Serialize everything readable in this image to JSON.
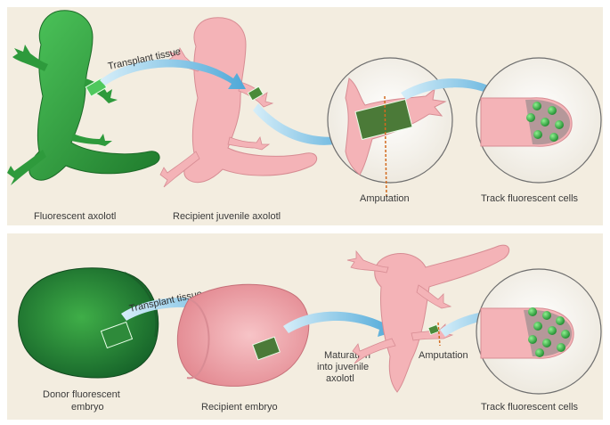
{
  "panel_top": {
    "transplant_label": "Transplant tissue",
    "donor_label": "Fluorescent axolotl",
    "recipient_label": "Recipient juvenile axolotl",
    "amputation_label": "Amputation",
    "track_label": "Track fluorescent cells"
  },
  "panel_bottom": {
    "transplant_label": "Transplant tissue",
    "donor_label_line1": "Donor fluorescent",
    "donor_label_line2": "embryo",
    "recipient_label": "Recipient embryo",
    "maturation_line1": "Maturation",
    "maturation_line2": "into juvenile",
    "maturation_line3": "axolotl",
    "amputation_label": "Amputation",
    "track_label": "Track fluorescent cells"
  },
  "colors": {
    "background": "#f3ede0",
    "green": "#2e9a3c",
    "pink": "#f4b3b7",
    "arrow": "#5aaed9",
    "amputation_line": "#d26a1e"
  }
}
